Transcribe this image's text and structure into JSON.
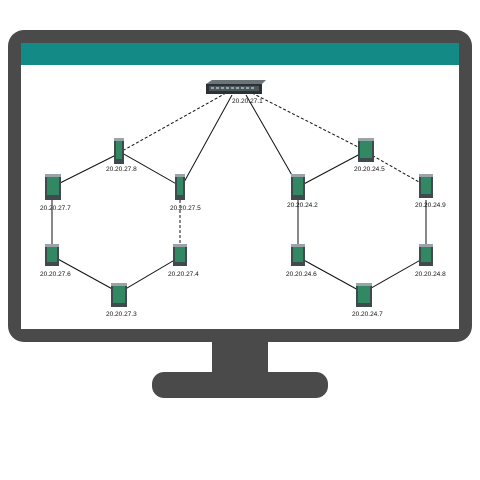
{
  "colors": {
    "bezel": "#4a4a4a",
    "header": "#138a86",
    "screen": "#ffffff",
    "link": "#111111",
    "switch_body": "#3f4a4f",
    "switch_dark": "#2b3134",
    "switch_light": "#9aa3a8",
    "port_green": "#2e9e6a"
  },
  "network": {
    "core": {
      "ip": "20.20.27.1",
      "icon": "rackmount-switch-icon"
    },
    "left_ring": [
      {
        "ip": "20.20.27.8",
        "icon": "din-rail-switch-icon"
      },
      {
        "ip": "20.20.27.5",
        "icon": "din-rail-switch-icon"
      },
      {
        "ip": "20.20.27.4",
        "icon": "din-rail-switch-icon"
      },
      {
        "ip": "20.20.27.3",
        "icon": "din-rail-switch-icon"
      },
      {
        "ip": "20.20.27.6",
        "icon": "din-rail-switch-icon"
      },
      {
        "ip": "20.20.27.7",
        "icon": "din-rail-switch-icon"
      }
    ],
    "right_ring": [
      {
        "ip": "20.20.24.5",
        "icon": "din-rail-switch-icon"
      },
      {
        "ip": "20.20.24.9",
        "icon": "din-rail-switch-icon"
      },
      {
        "ip": "20.20.24.8",
        "icon": "din-rail-switch-icon"
      },
      {
        "ip": "20.20.24.7",
        "icon": "din-rail-switch-icon"
      },
      {
        "ip": "20.20.24.6",
        "icon": "din-rail-switch-icon"
      },
      {
        "ip": "20.20.24.2",
        "icon": "din-rail-switch-icon"
      }
    ]
  }
}
